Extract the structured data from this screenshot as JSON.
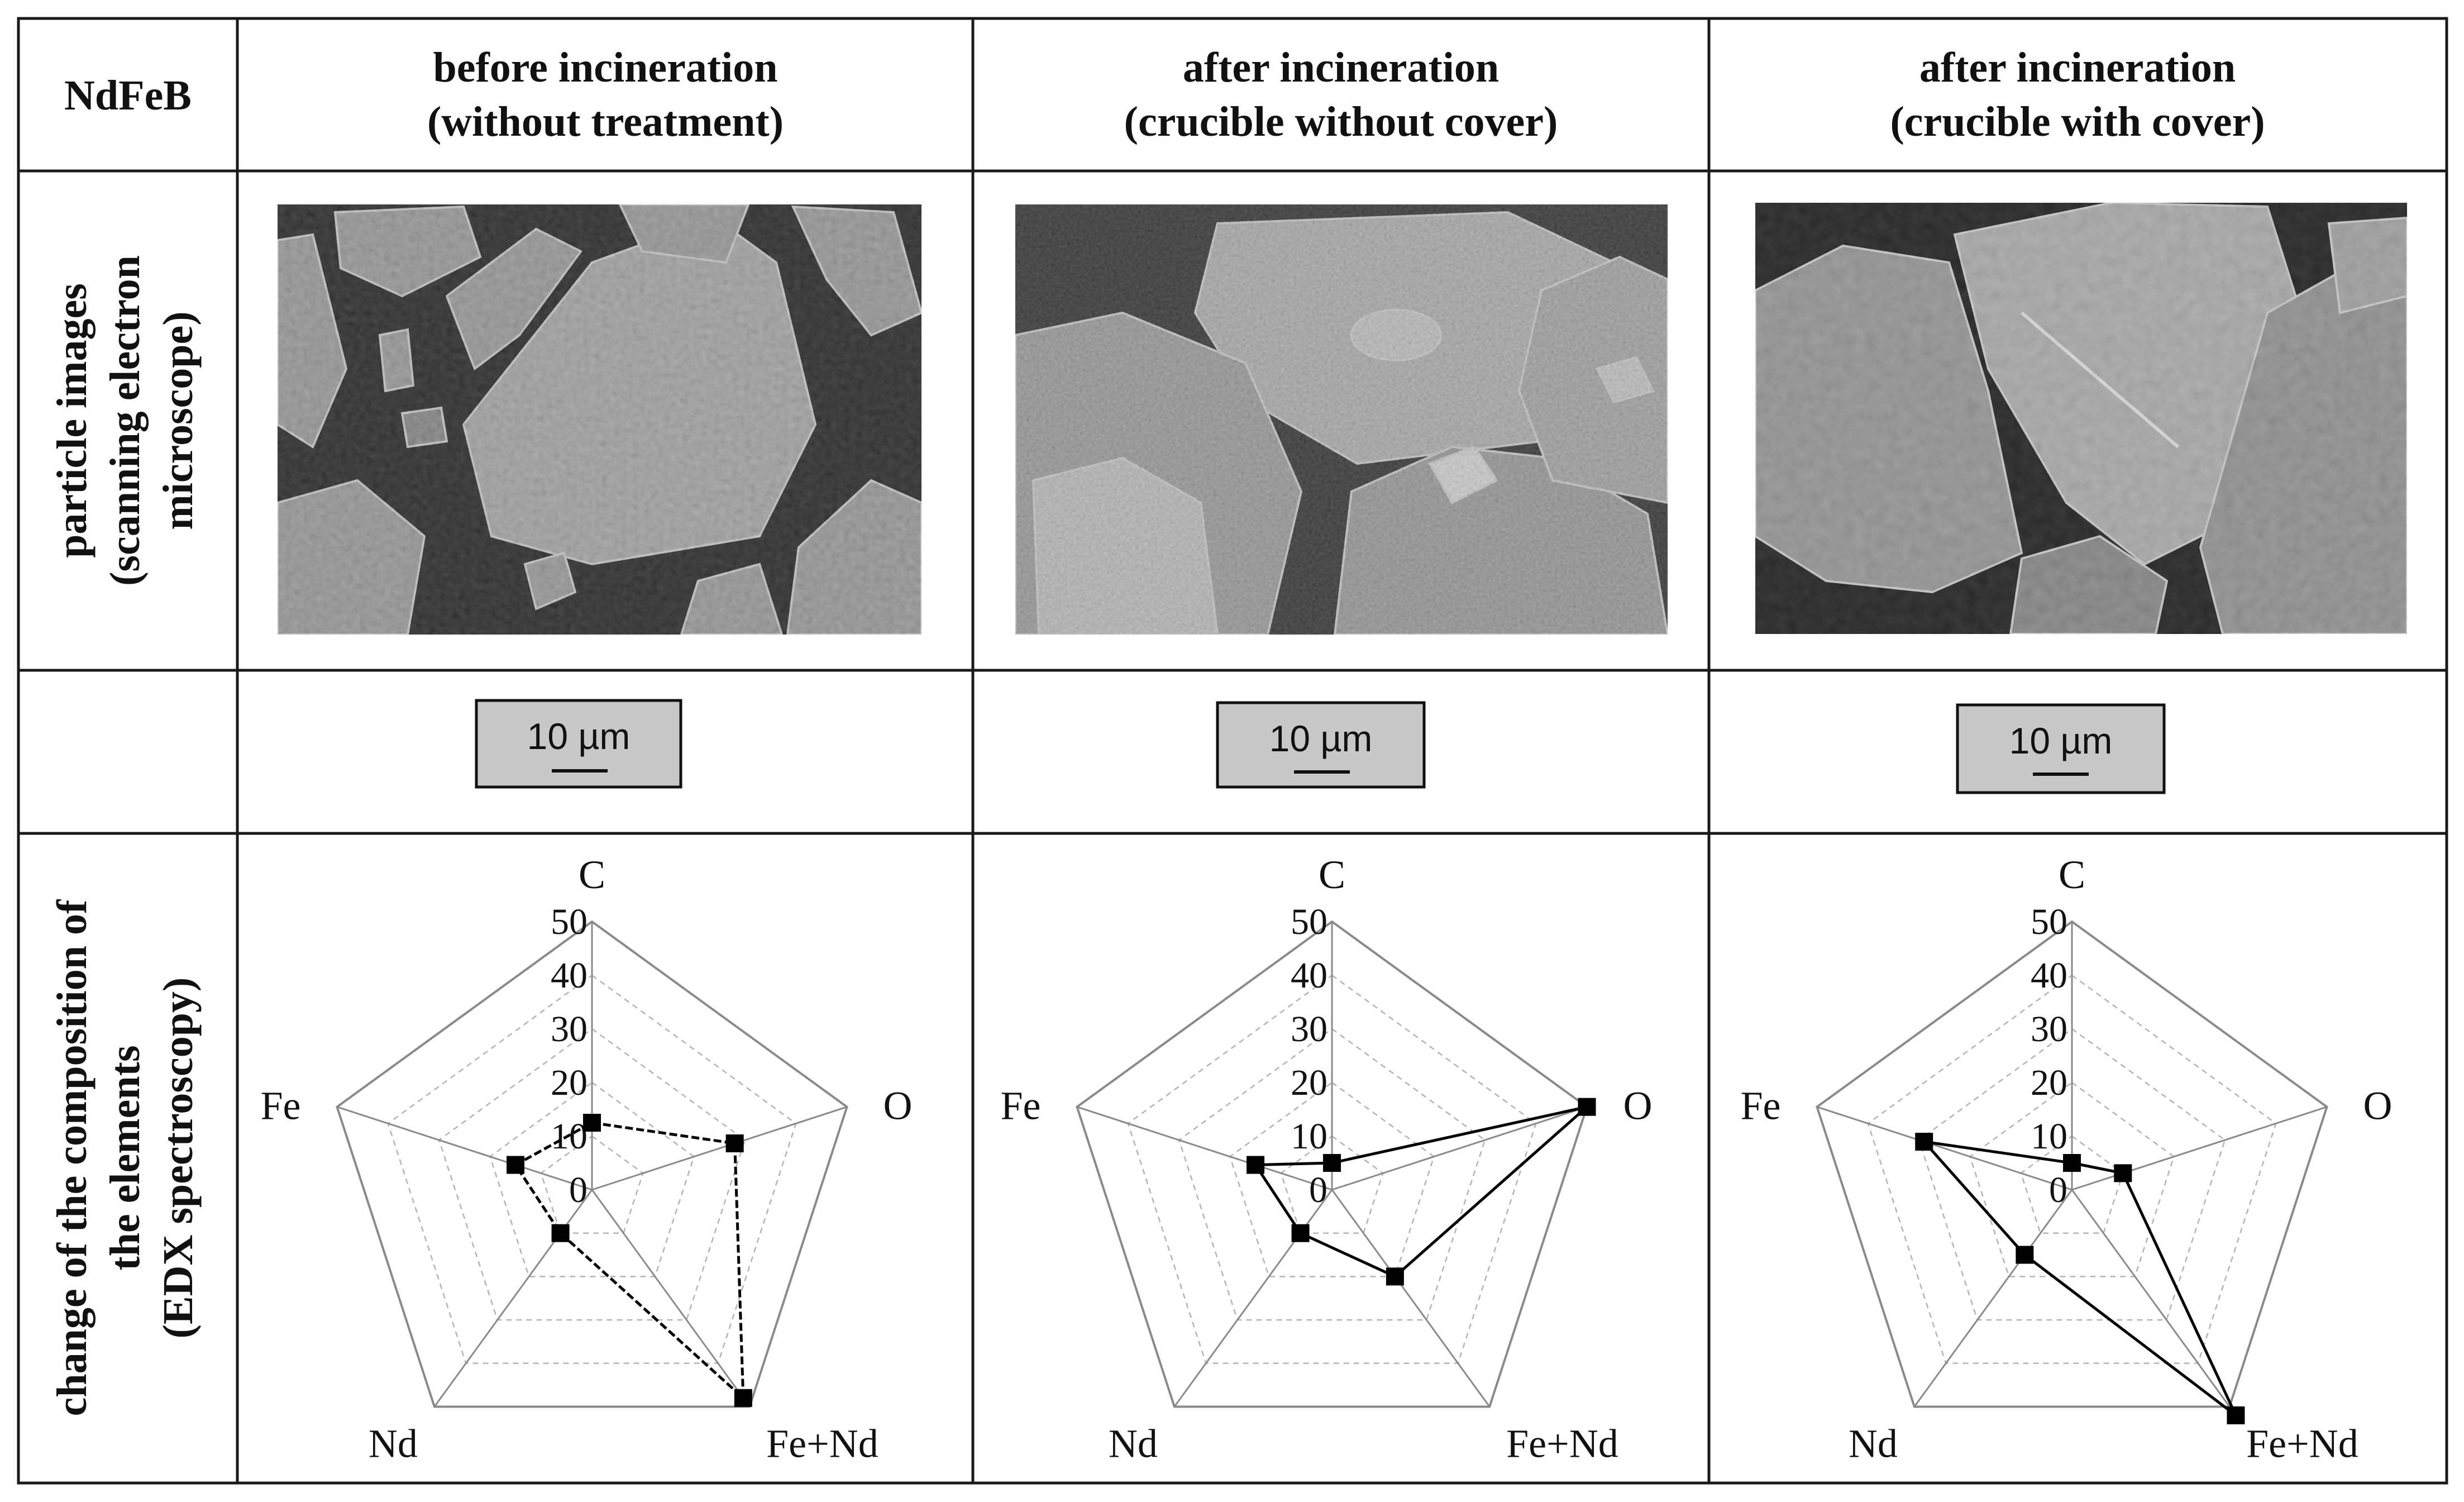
{
  "table": {
    "corner_label": "NdFeB",
    "columns": [
      {
        "line1": "before incineration",
        "line2": "(without treatment)"
      },
      {
        "line1": "after incineration",
        "line2": "(crucible without cover)"
      },
      {
        "line1": "after incineration",
        "line2": "(crucible with cover)"
      }
    ],
    "row_labels": {
      "sem": {
        "line1": "particle images",
        "line2": "(scanning electron",
        "line3": "microscope)"
      },
      "edx": {
        "line1": "change of the composition of",
        "line2": "the elements",
        "line3": "(EDX spectroscopy)"
      }
    },
    "scale_bar_label": "10 µm",
    "colors": {
      "border": "#1a1a1a",
      "scale_box_fill": "#c8c8c8",
      "grid": "#b4b4b4",
      "axis": "#8a8a8a",
      "series": "#000000"
    }
  },
  "chart_data": [
    {
      "type": "radar",
      "axes": [
        "C",
        "O",
        "Fe+Nd",
        "Nd",
        "Fe"
      ],
      "ticks": [
        0,
        10,
        20,
        30,
        40,
        50
      ],
      "range": [
        0,
        50
      ],
      "values": [
        12.5,
        28,
        48,
        10,
        15
      ],
      "line_style": "dashed",
      "marker": "square"
    },
    {
      "type": "radar",
      "axes": [
        "C",
        "O",
        "Fe+Nd",
        "Nd",
        "Fe"
      ],
      "ticks": [
        0,
        10,
        20,
        30,
        40,
        50
      ],
      "range": [
        0,
        50
      ],
      "values": [
        5,
        50,
        20,
        10,
        15
      ],
      "line_style": "solid",
      "marker": "square"
    },
    {
      "type": "radar",
      "axes": [
        "C",
        "O",
        "Fe+Nd",
        "Nd",
        "Fe"
      ],
      "ticks": [
        0,
        10,
        20,
        30,
        40,
        50
      ],
      "range": [
        0,
        50
      ],
      "values": [
        5,
        10,
        52,
        15,
        29
      ],
      "line_style": "solid",
      "marker": "square"
    }
  ]
}
